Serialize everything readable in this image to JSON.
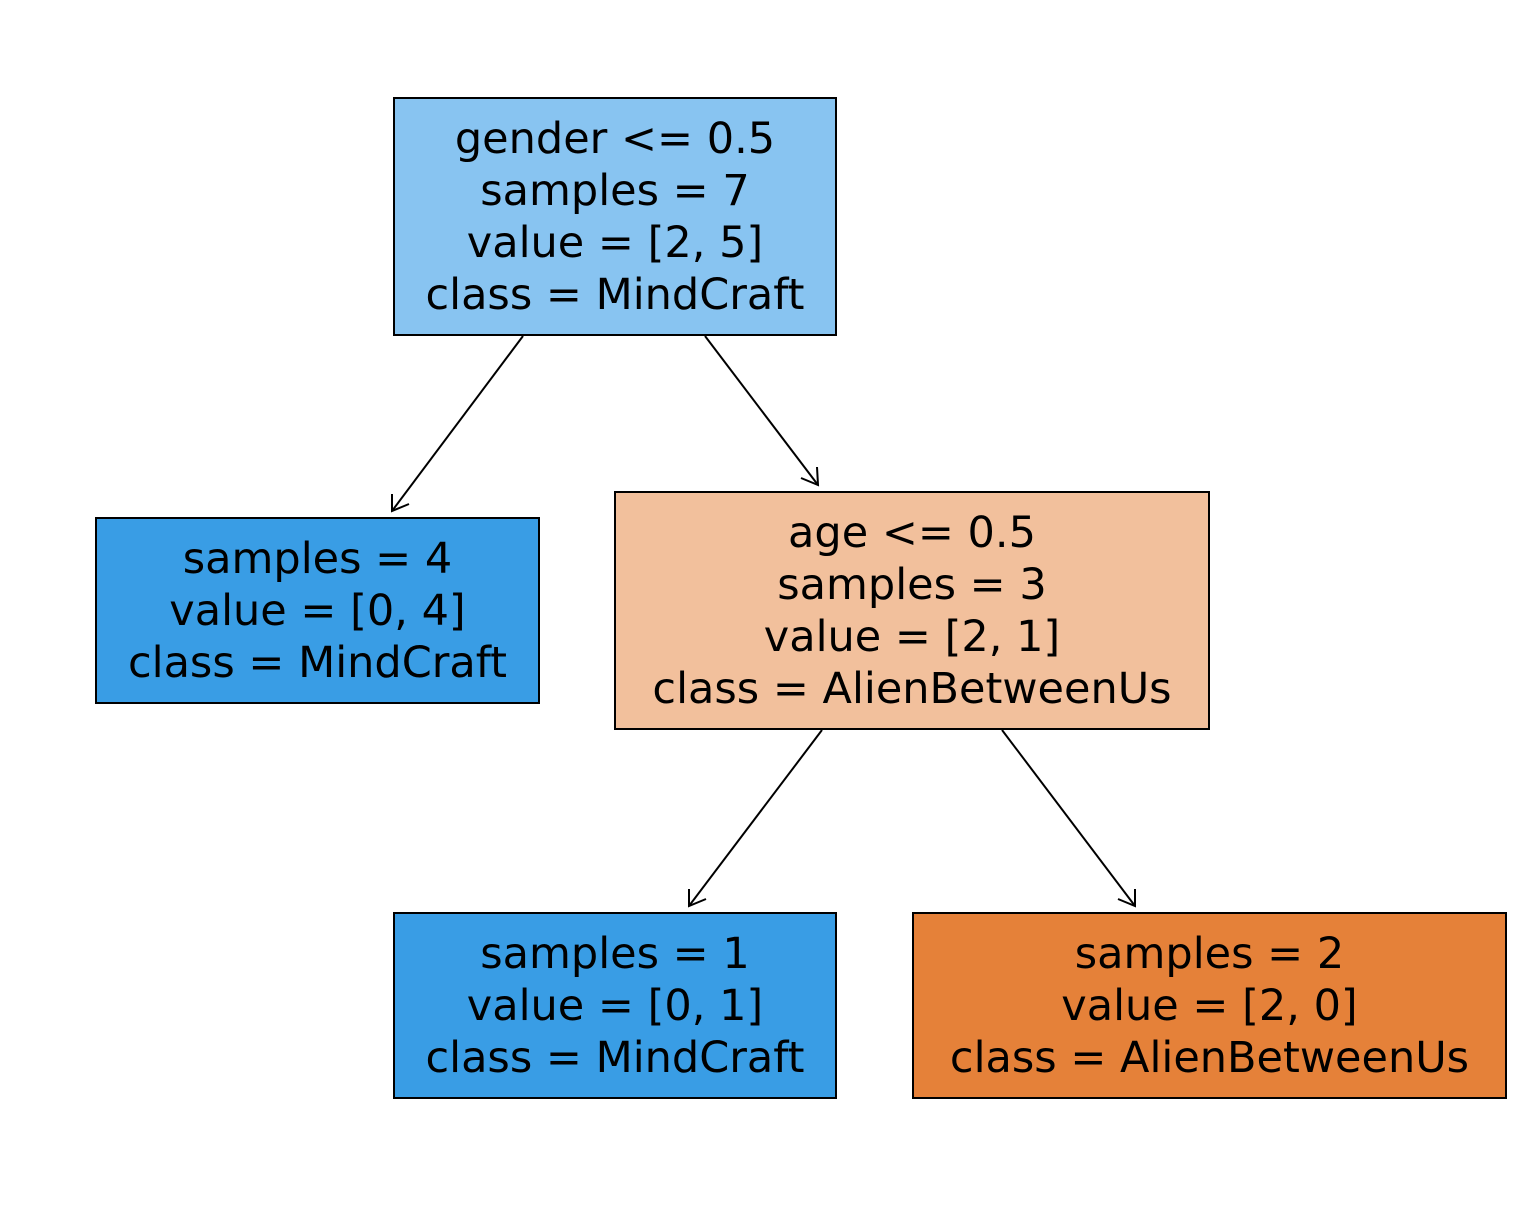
{
  "tree": {
    "nodes": [
      {
        "id": "node-0",
        "split": "gender <= 0.5",
        "samples": "samples = 7",
        "value": "value = [2, 5]",
        "class": "class = MindCraft",
        "fill": "#88c4f1"
      },
      {
        "id": "node-1",
        "samples": "samples = 4",
        "value": "value = [0, 4]",
        "class": "class = MindCraft",
        "fill": "#399de5"
      },
      {
        "id": "node-2",
        "split": "age <= 0.5",
        "samples": "samples = 3",
        "value": "value = [2, 1]",
        "class": "class = AlienBetweenUs",
        "fill": "#f2c09c"
      },
      {
        "id": "node-3",
        "samples": "samples = 1",
        "value": "value = [0, 1]",
        "class": "class = MindCraft",
        "fill": "#399de5"
      },
      {
        "id": "node-4",
        "samples": "samples = 2",
        "value": "value = [2, 0]",
        "class": "class = AlienBetweenUs",
        "fill": "#e58139"
      }
    ],
    "edges": [
      {
        "from": "node-0",
        "to": "node-1"
      },
      {
        "from": "node-0",
        "to": "node-2"
      },
      {
        "from": "node-2",
        "to": "node-3"
      },
      {
        "from": "node-2",
        "to": "node-4"
      }
    ]
  }
}
